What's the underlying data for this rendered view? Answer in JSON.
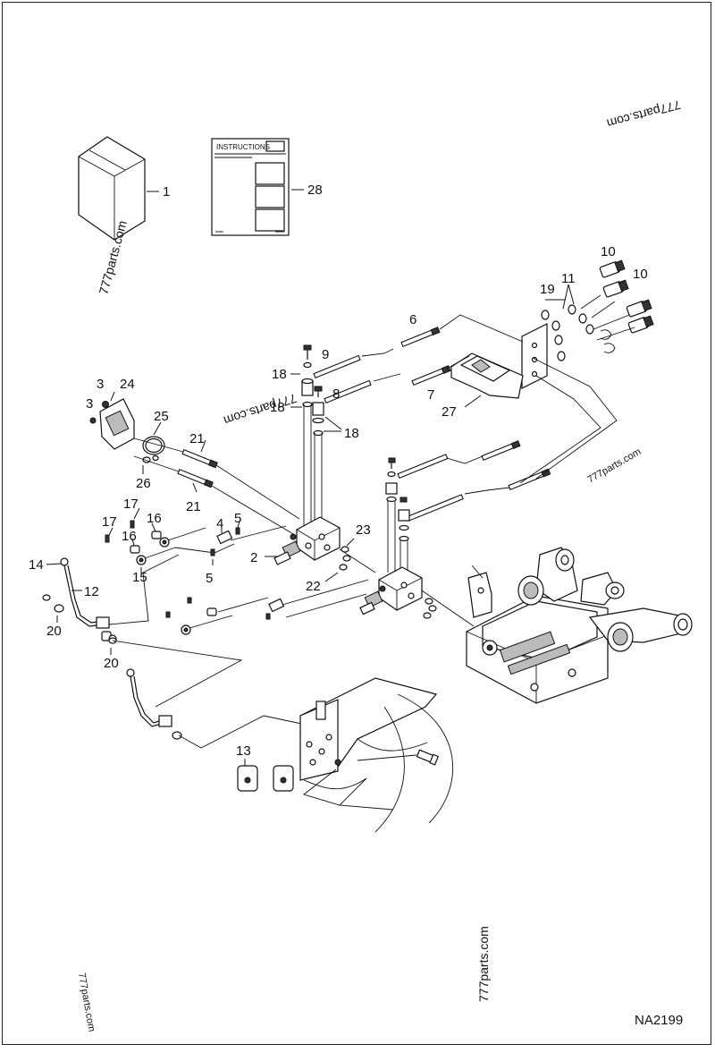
{
  "diagram_id": "NA2199",
  "instructions_title": "INSTRUCTIONS",
  "watermarks": [
    "777parts.com",
    "777parts.com",
    "777parts.com",
    "777parts.com",
    "777parts.com",
    "777parts.com"
  ],
  "callouts": [
    "1",
    "28",
    "10",
    "10",
    "11",
    "19",
    "6",
    "9",
    "18",
    "8",
    "18",
    "18",
    "7",
    "27",
    "3",
    "24",
    "3",
    "25",
    "21",
    "26",
    "21",
    "17",
    "16",
    "17",
    "16",
    "15",
    "4",
    "5",
    "5",
    "2",
    "23",
    "22",
    "14",
    "12",
    "20",
    "20",
    "13"
  ]
}
